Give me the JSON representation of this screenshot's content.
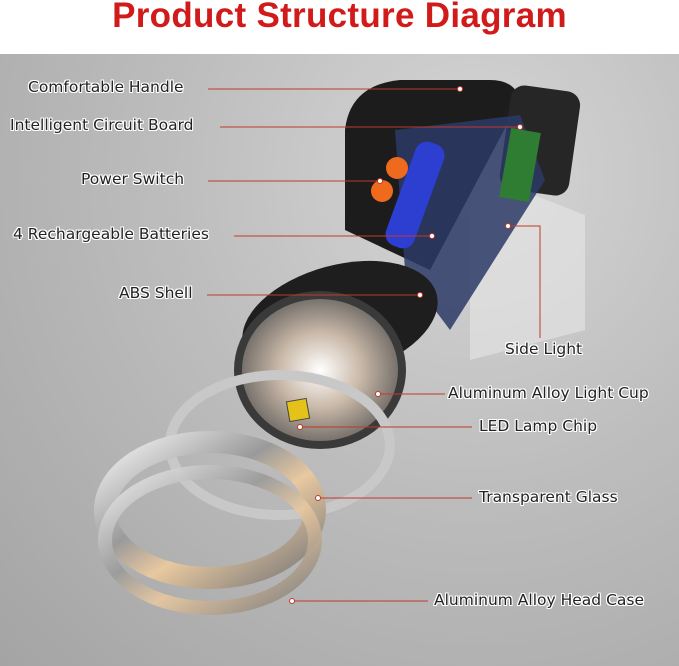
{
  "title": "Product Structure Diagram",
  "labels": {
    "handle": "Comfortable Handle",
    "circuit": "Intelligent Circuit Board",
    "switch": "Power Switch",
    "batteries": "4 Rechargeable Batteries",
    "shell": "ABS Shell",
    "side_light": "Side Light",
    "light_cup": "Aluminum Alloy Light Cup",
    "led_chip": "LED Lamp Chip",
    "glass": "Transparent Glass",
    "head_case": "Aluminum Alloy Head Case"
  },
  "colors": {
    "title": "#d11a1a",
    "leader": "#c0392b",
    "switch": "#f06a1e"
  }
}
